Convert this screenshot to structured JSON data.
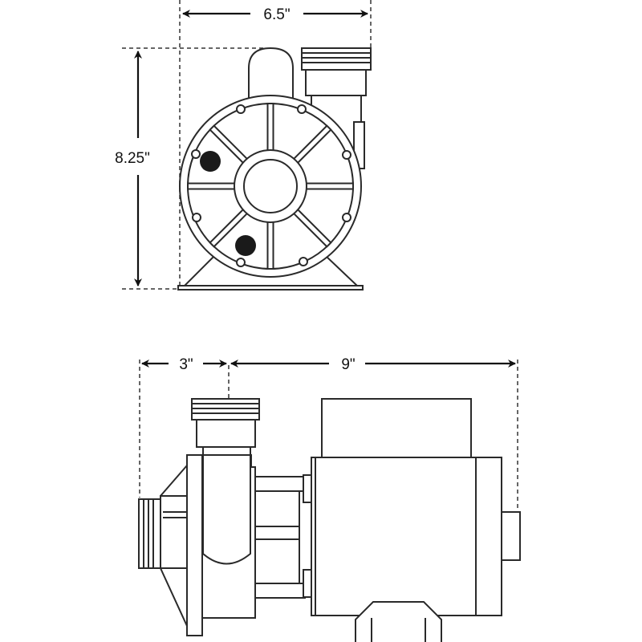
{
  "dimensions": {
    "front_width": "6.5\"",
    "front_height": "8.25\"",
    "side_inlet_offset": "3\"",
    "side_length": "9\""
  },
  "colors": {
    "line": "#2a2a2a",
    "background": "#ffffff",
    "indicator": "#1a1a1a"
  }
}
